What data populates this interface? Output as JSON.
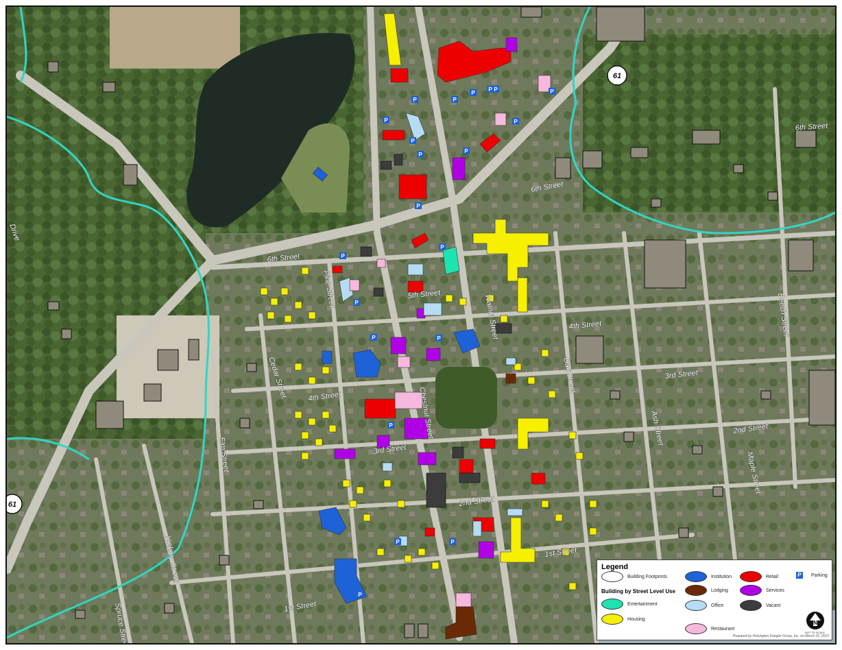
{
  "streets": [
    {
      "label": "6th Street"
    },
    {
      "label": "6th Street"
    },
    {
      "label": "6th Street"
    },
    {
      "label": "5th Street"
    },
    {
      "label": "4th Street"
    },
    {
      "label": "4th Street"
    },
    {
      "label": "3rd Street"
    },
    {
      "label": "3rd Street"
    },
    {
      "label": "2nd Street"
    },
    {
      "label": "2nd Street"
    },
    {
      "label": "1st Street"
    },
    {
      "label": "1st Street"
    },
    {
      "label": "Pine Street"
    },
    {
      "label": "Walnut Street"
    },
    {
      "label": "Chestnut Street"
    },
    {
      "label": "Cedar Street"
    },
    {
      "label": "Oak Street"
    },
    {
      "label": "Ash Street"
    },
    {
      "label": "Maple Street"
    },
    {
      "label": "Beech Street"
    },
    {
      "label": "Elm Street"
    },
    {
      "label": "Hickory Street"
    },
    {
      "label": "Spruce Street"
    },
    {
      "label": "Drive"
    }
  ],
  "highways": [
    {
      "label": "61"
    },
    {
      "label": "61"
    }
  ],
  "parking_glyph": "P",
  "legend": {
    "title": "Legend",
    "subtitle": "Building by Street Level Use",
    "items": [
      {
        "label": "Building Footprints",
        "color": "#ffffff"
      },
      {
        "label": "Entertainment",
        "color": "#1de3b0"
      },
      {
        "label": "Housing",
        "color": "#f6ef00"
      },
      {
        "label": "Institution",
        "color": "#1e62d8"
      },
      {
        "label": "Lodging",
        "color": "#6b2a06"
      },
      {
        "label": "Office",
        "color": "#b6dcf4"
      },
      {
        "label": "Restaurant",
        "color": "#f6b8dc"
      },
      {
        "label": "Retail",
        "color": "#ec0000"
      },
      {
        "label": "Services",
        "color": "#b000e6"
      },
      {
        "label": "Vacant",
        "color": "#3c3c3c"
      },
      {
        "label": "Parking",
        "color": "#1e62d8"
      }
    ],
    "north_label": "N",
    "scale_note": "NOT TO SCALE",
    "credit": "Prepared by Hoisington Koegler Group, Inc. on March 15, 2015"
  },
  "colors": {
    "boundary": "#2fd6c4",
    "aerial_green": "#4d6b33",
    "road": "#c9c6bc",
    "water": "#1f2c26"
  }
}
